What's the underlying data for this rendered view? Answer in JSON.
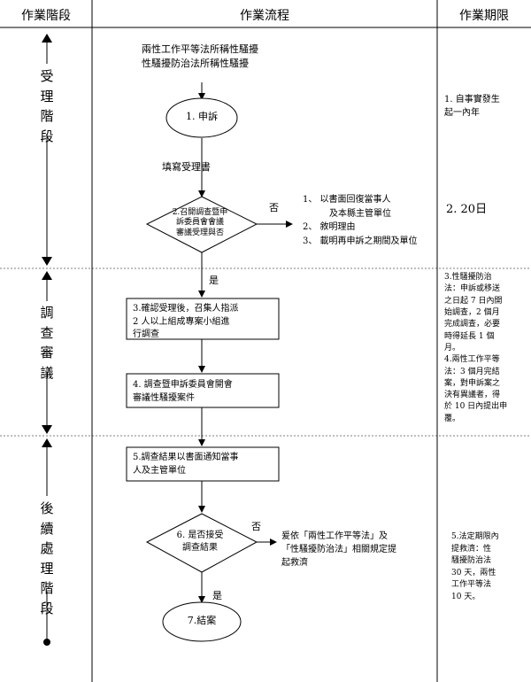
{
  "headers": {
    "stage": "作業階段",
    "flow": "作業流程",
    "deadline": "作業期限"
  },
  "stages": {
    "accept": "受\n理\n階\n段",
    "investigate": "調\n查\n審\n議",
    "followup": "後\n續\n處\n理\n階\n段"
  },
  "flow": {
    "source": "兩性工作平等法所稱性騷擾\n性騷擾防治法所稱性騷擾",
    "step1": "1. 申訴",
    "fill_form": "填寫受理書",
    "step2": "2.召開調查暨申\n訴委員會會議\n審議受理與否",
    "no_label": "否",
    "reject_items": [
      "1、 以書面回復當事人",
      "及本縣主管單位",
      "2、 敘明理由",
      "3、 載明再申訴之期間及單位"
    ],
    "yes_label": "是",
    "step3": "3.確認受理後，召集人指派\n2 人以上組成專案小組進\n行調查",
    "step4": "4. 調查暨申訴委員會開會\n    審議性騷擾案件",
    "step5": "5.調查結果以書面通知當事\n人及主管單位",
    "step6": "6. 是否接受\n調查結果",
    "no_label2": "否",
    "remedy": "爰依「兩性工作平等法」及\n「性騷擾防治法」相關規定提\n起救濟",
    "yes_label2": "是",
    "step7": "7.結案"
  },
  "deadlines": {
    "d1": "1.   自事實發生\n      起一內年",
    "d2": "2. 20日",
    "d3": "3.性騷擾防治\n法：申訴或移送\n之日起 7 日內開\n始調查，2 個月\n完成調查，必要\n時得延長 1 個\n月。\n4.兩性工作平等\n法：3 個月完結\n案，對申訴案之\n決有異議者，得\n於 10 日內提出申\n覆。",
    "d5": "5.法定期限內\n提救濟：性\n騷擾防治法\n30 天，兩性\n工作平等法\n10 天。"
  }
}
